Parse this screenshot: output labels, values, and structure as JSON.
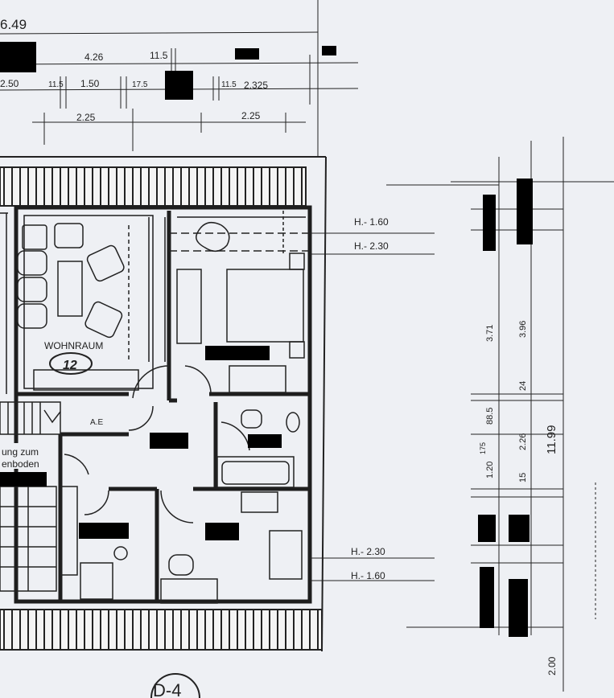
{
  "drawing": {
    "top_dimension": "6.49",
    "row1": {
      "left": "4.26",
      "right": "11.5"
    },
    "row2": {
      "a": "2.50",
      "b": "11.5",
      "c": "1.50",
      "d": "17.5",
      "e": "11.5",
      "f": "2.325"
    },
    "row3": {
      "left": "2.25",
      "right": "2.25"
    },
    "room_label": "WOHNRAUM",
    "room_number": "12",
    "door_mark": "A.E",
    "stair_text_1": "ung zum",
    "stair_text_2": "enboden",
    "heights": {
      "top_1": "H.- 1.60",
      "top_2": "H.- 2.30",
      "bottom_1": "H.- 2.30",
      "bottom_2": "H.- 1.60"
    },
    "right_dims": {
      "d371": "3.71",
      "d396": "3.96",
      "d24": "24",
      "d885": "88.5",
      "d175": "175",
      "d226": "2.26",
      "d120": "1.20",
      "d15": "15",
      "total": "11.99",
      "d200": "2.00"
    },
    "sheet_tag": "D-4"
  },
  "colors": {
    "paper": "#eef0f4",
    "ink": "#1e1e1e",
    "redaction": "#000000"
  }
}
